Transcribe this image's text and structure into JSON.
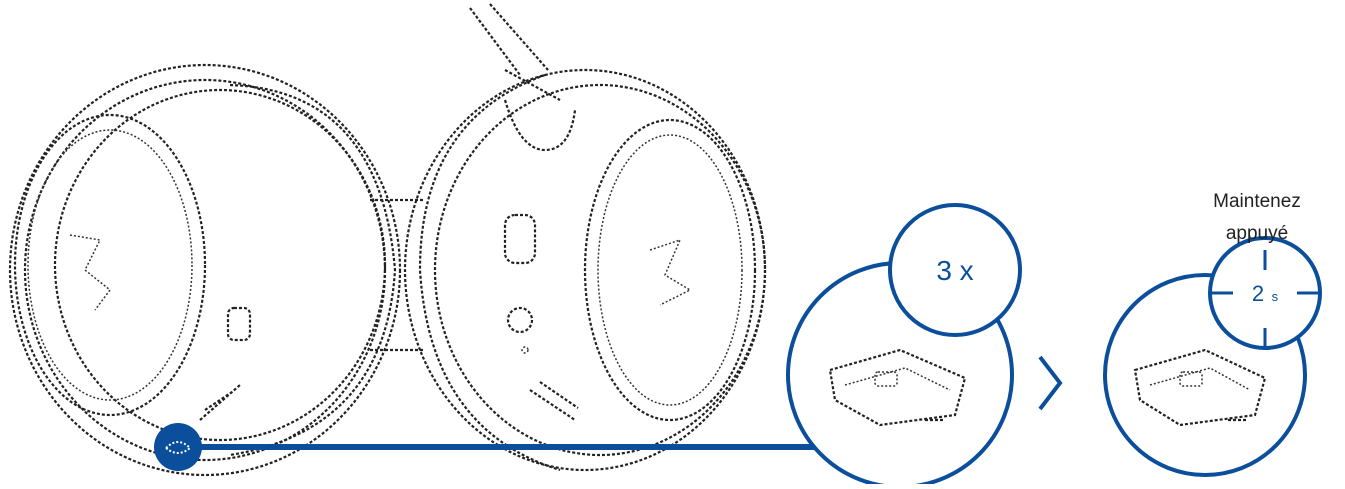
{
  "colors": {
    "accent": "#0b4f9c",
    "line_art": "#222222",
    "background": "#ffffff"
  },
  "press_count_label": "3 x",
  "hold_duration": {
    "value": "2",
    "unit": "s"
  },
  "hold_label_lines": [
    "Maintenez",
    "appuyé"
  ],
  "arrow_icon": "chevron-right-icon"
}
